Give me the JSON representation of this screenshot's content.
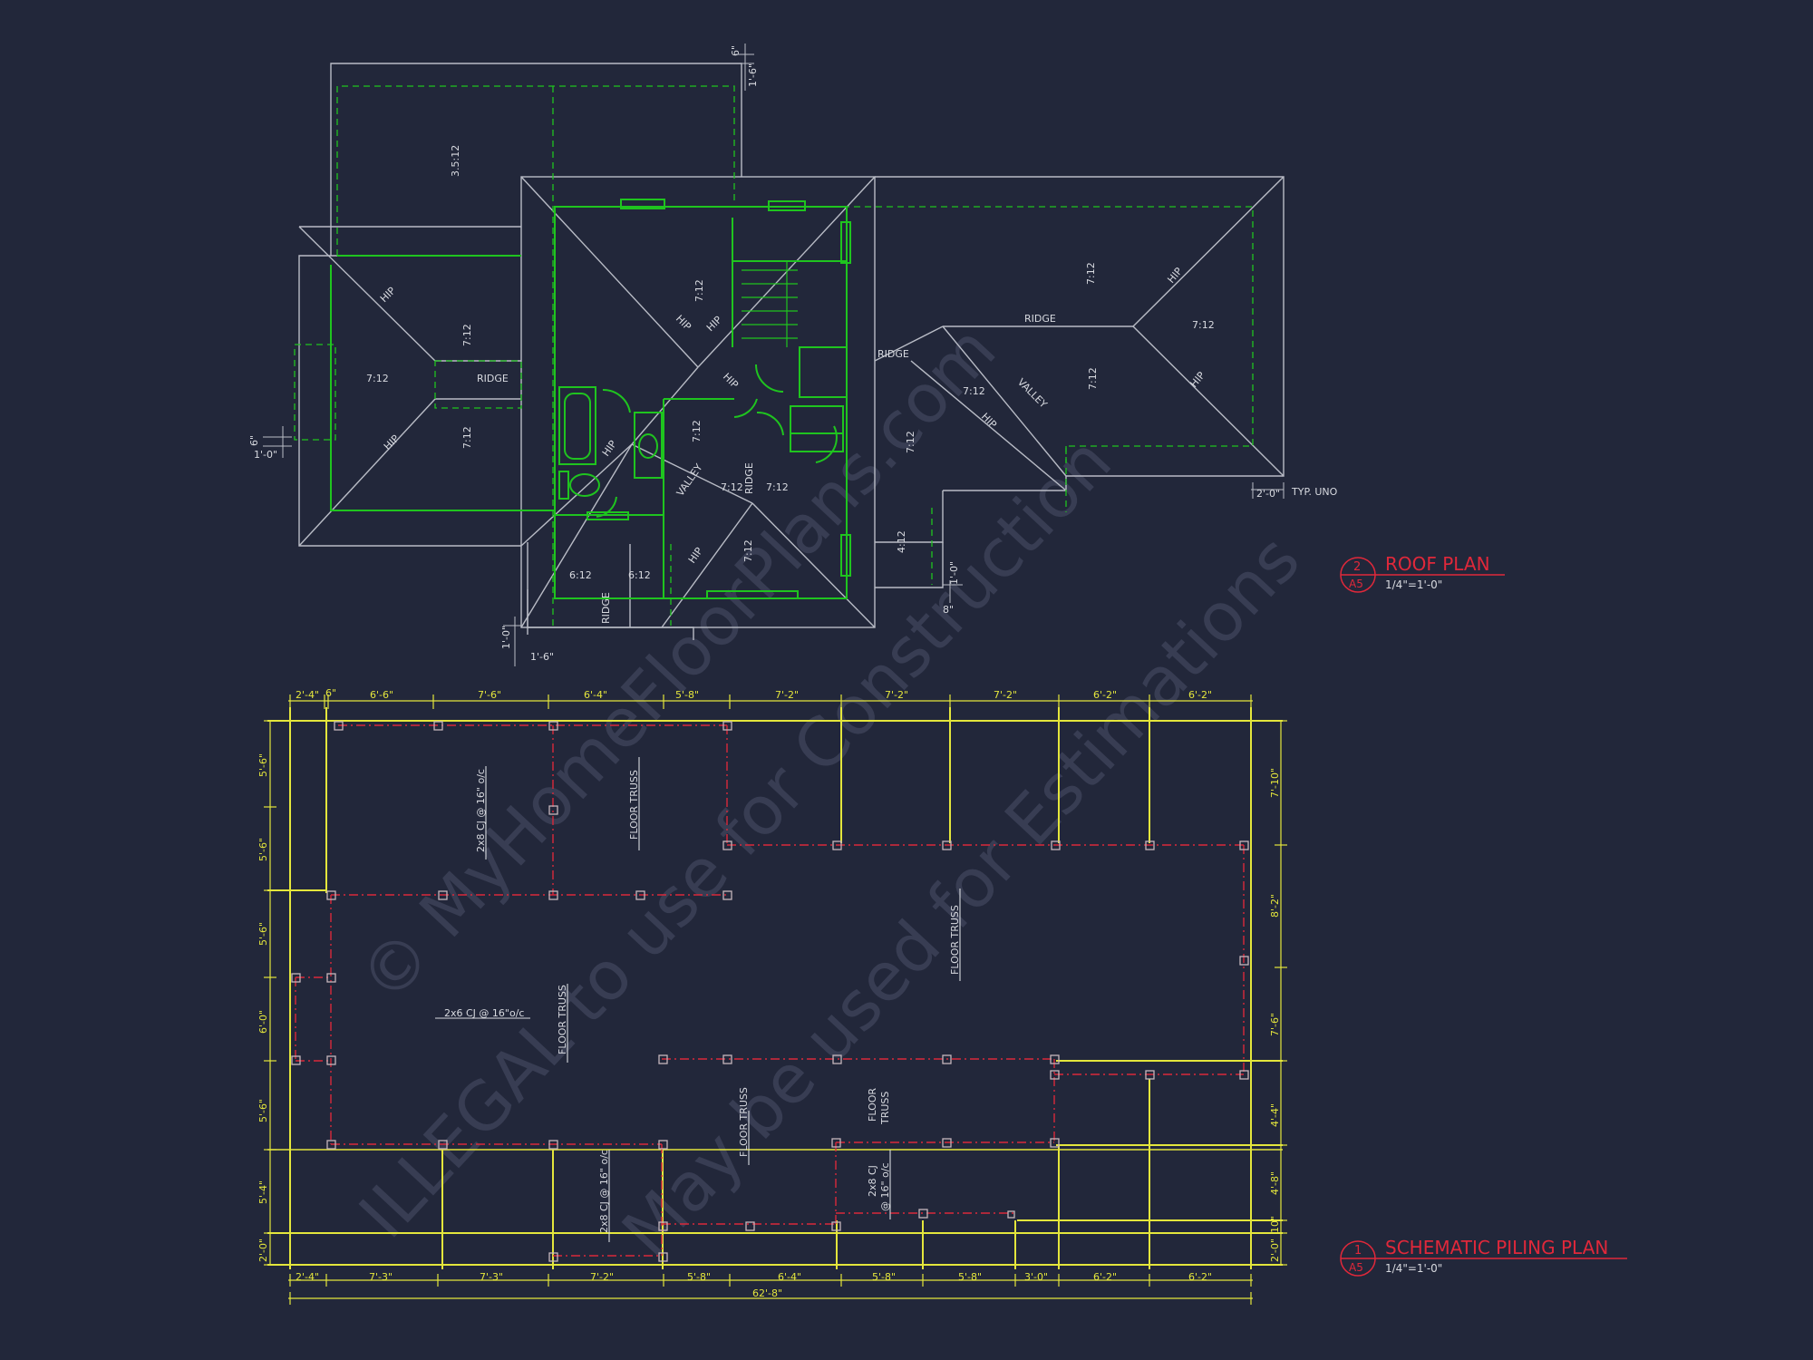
{
  "colors": {
    "background": "#22273a",
    "outline": "#b9bcc6",
    "roof_green": "#1fc41f",
    "dim_yellow": "#e4e63c",
    "piling_red": "#d9283a",
    "title_red": "#e0283a",
    "text_white": "#d8dae0",
    "watermark": "#4a5068"
  },
  "watermark": {
    "line1": "© MyHomeFloorPlans.com",
    "line2": "ILLEGAL to use for Construction",
    "line3": "May be used for Estimations"
  },
  "roof_plan": {
    "title": "ROOF PLAN",
    "bubble_top": "2",
    "bubble_bottom": "A5",
    "scale": "1/4\"=1'-0\"",
    "labels": {
      "ridge": "RIDGE",
      "hip": "HIP",
      "valley": "VALLEY",
      "typ": "TYP. UNO"
    },
    "pitches": {
      "p3512": "3.5:12",
      "p712": "7:12",
      "p412": "4:12",
      "p612": "6:12"
    },
    "dims": {
      "six_in": "6\"",
      "one_six": "1'-6\"",
      "one_zero": "1'-0\"",
      "two_zero": "2'-0\"",
      "eight_in": "8\""
    }
  },
  "piling_plan": {
    "title": "SCHEMATIC PILING PLAN",
    "bubble_top": "1",
    "bubble_bottom": "A5",
    "scale": "1/4\"=1'-0\"",
    "top_dims": [
      "2'-4\"",
      "6\"",
      "6'-6\"",
      "7'-6\"",
      "6'-4\"",
      "5'-8\"",
      "7'-2\"",
      "7'-2\"",
      "7'-2\"",
      "6'-2\"",
      "6'-2\""
    ],
    "bottom_dims": [
      "2'-4\"",
      "7'-3\"",
      "7'-3\"",
      "7'-2\"",
      "5'-8\"",
      "6'-4\"",
      "5'-8\"",
      "5'-8\"",
      "3'-0\"",
      "6'-2\"",
      "6'-2\""
    ],
    "overall": "62'-8\"",
    "left_dims": [
      "5'-6\"",
      "5'-6\"",
      "5'-6\"",
      "6'-0\"",
      "5'-6\"",
      "5'-4\"",
      "2'-0\""
    ],
    "right_dims": [
      "7'-10\"",
      "8'-2\"",
      "7'-6\"",
      "4'-4\"",
      "4'-8\"",
      "10\"",
      "2'-0\""
    ],
    "notes": {
      "floor_truss": "FLOOR TRUSS",
      "cj_2x8_a": "2x8 CJ @ 16\" o/c",
      "cj_2x6": "2x6 CJ @ 16\"o/c",
      "cj_2x8_b": "2x8 CJ @ 16\" o/c",
      "cj_2x8_c_line1": "2x8 CJ",
      "cj_2x8_c_line2": "@ 16\" o/c",
      "floor": "FLOOR",
      "truss": "TRUSS"
    }
  }
}
